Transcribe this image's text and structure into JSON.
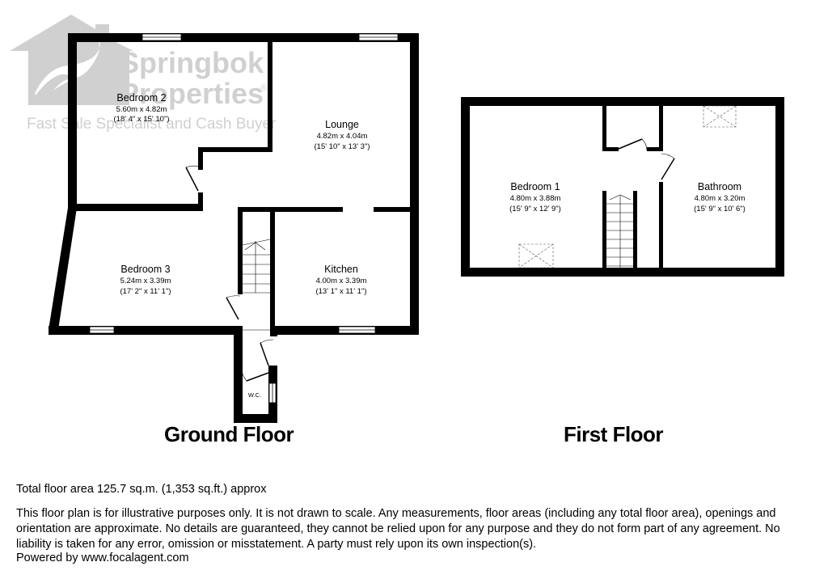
{
  "watermark": {
    "brand_line1": "Springbok",
    "brand_line2": "Properties",
    "registered_mark": "®",
    "tagline": "Fast Sale Specialist and Cash Buyer",
    "icon": "house-with-springbok-icon",
    "color": "#c8c8c8"
  },
  "ground_floor": {
    "title": "Ground Floor",
    "rooms": [
      {
        "name": "Bedroom 2",
        "metric": "5.60m x 4.82m",
        "imperial": "(18' 4\" x 15' 10\")"
      },
      {
        "name": "Lounge",
        "metric": "4.82m x 4.04m",
        "imperial": "(15' 10\" x 13' 3\")"
      },
      {
        "name": "Bedroom 3",
        "metric": "5.24m x 3.39m",
        "imperial": "(17' 2\" x 11' 1\")"
      },
      {
        "name": "Kitchen",
        "metric": "4.00m x 3.39m",
        "imperial": "(13' 1\" x 11' 1\")"
      },
      {
        "name": "W.C."
      }
    ]
  },
  "first_floor": {
    "title": "First Floor",
    "rooms": [
      {
        "name": "Bedroom 1",
        "metric": "4.80m x 3.88m",
        "imperial": "(15' 9\" x 12' 9\")"
      },
      {
        "name": "Bathroom",
        "metric": "4.80m x 3.20m",
        "imperial": "(15' 9\" x 10' 6\")"
      }
    ]
  },
  "footer": {
    "total_area": "Total floor area 125.7 sq.m. (1,353 sq.ft.) approx",
    "disclaimer": "This floor plan is for illustrative purposes only. It is not drawn to scale. Any measurements, floor areas (including any total floor area), openings and orientation are approximate. No details are guaranteed, they cannot be relied upon for any purpose and they do not form part of any agreement. No liability is taken for any error, omission or misstatement. A party must rely upon its own inspection(s).",
    "powered_by": "Powered by www.focalagent.com"
  },
  "colors": {
    "wall": "#000000",
    "background": "#ffffff",
    "watermark": "#c8c8c8"
  }
}
